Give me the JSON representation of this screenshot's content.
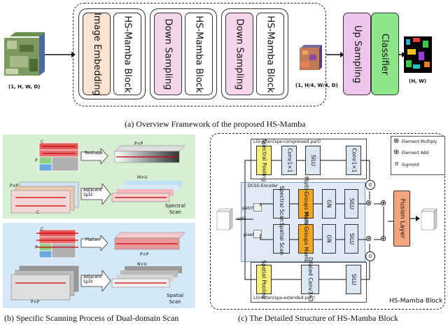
{
  "part_a": {
    "caption": "(a) Overview Framework of the proposed HS-Mamba",
    "input_dim": "(1, H, W, D)",
    "mid_dim": "(1, H/4, W/4, D)",
    "output_dim": "(H, W)",
    "blocks": [
      "Image Embedding",
      "HS-Mamba Block",
      "Down Sampling",
      "HS-Mamba Block",
      "Down Sampling",
      "HS-Mamba Block",
      "Up Sampling",
      "Classifier"
    ],
    "colors": {
      "embed": "#fbe3cf",
      "mamba": "#ffffff",
      "down": "#f6d6ea",
      "up": "#eec6ec",
      "classifier": "#8ee68a"
    }
  },
  "part_b": {
    "caption": "(b) Specific Scanning Process of Dual-domain Scan",
    "spectral_label": "Spectral\nScan",
    "spatial_label": "Spatial\nScan",
    "reshape": "Reshape",
    "adjacent_split": "Adjacent\nSplit",
    "flatten": "Flatten",
    "adjacent_split_2": "Adjacent\nSplit",
    "pxp": "P×P",
    "mxu": "M×U",
    "nxv": "N×V",
    "c": "C",
    "p": "P",
    "colors": {
      "spectral_bg": "#d7efd1",
      "spatial_bg": "#d3e9f8"
    }
  },
  "part_c": {
    "caption": "(c) The Detailed Structure of HS-Mamba Block",
    "block_title": "HS-Mamba Block",
    "lgi_top": "LGI-Atten(spe-compressed part)",
    "lgi_bottom": "LGI-Atten(spa-extended part)",
    "dcss": "DCSS-Encoder",
    "patch": "patch",
    "pixel": "pixel",
    "split": "split",
    "top_row": [
      "Spectral Pooling",
      "Conv1×1",
      "SILU",
      "Conv1×1"
    ],
    "spec_row": [
      "Spectral Scan",
      "Multi-Groups Mamba",
      "GN",
      "SILU"
    ],
    "spat_row": [
      "Spatial Scan",
      "Multi-Groups Mamba",
      "GN",
      "SILU"
    ],
    "bottom_row": [
      "Spatial Pooling",
      "Dilated Conv3×3",
      "SILU"
    ],
    "fusion": "Fusion Layer",
    "sigma": "σ",
    "legend": [
      "Element Multiply",
      "Element Add",
      "Sigmoid"
    ],
    "colors": {
      "pooling": "#f5f07a",
      "conv": "#dbe7f5",
      "mamba": "#f5a623",
      "fusion": "#f5a57e",
      "dcss_bg": "#dfeaf6"
    }
  }
}
